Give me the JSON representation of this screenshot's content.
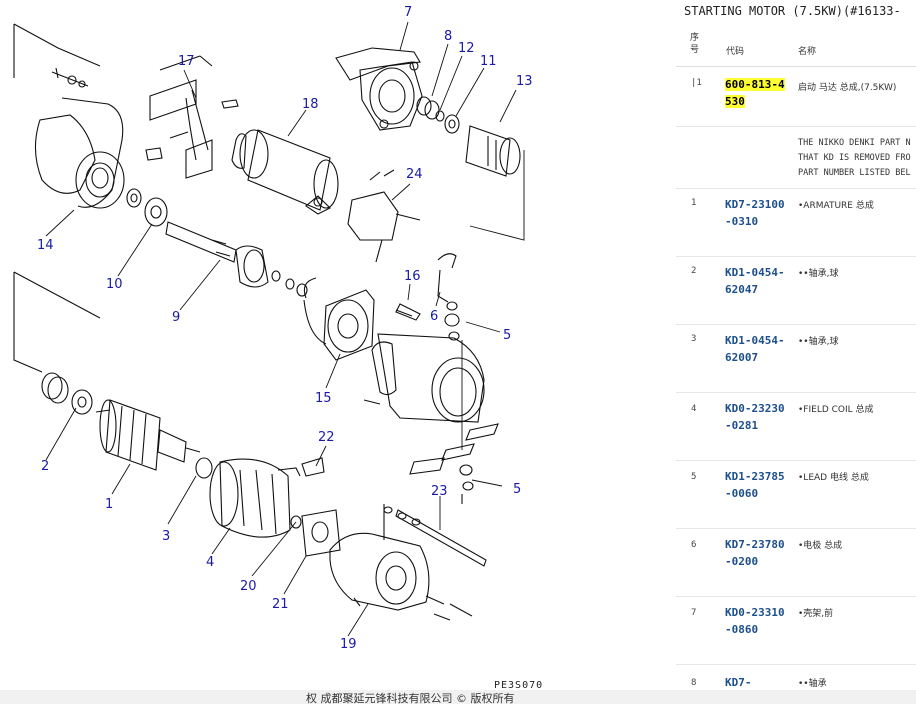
{
  "panel": {
    "title": "STARTING MOTOR (7.5KW)(#16133-",
    "headers": {
      "no": "序号",
      "code": "代码",
      "name": "名称"
    }
  },
  "parts": [
    {
      "no": "|1",
      "code": "600-813-4530",
      "name": "启动 马达 总成,(7.5KW)",
      "highlight": true
    },
    {
      "no": "",
      "code": "",
      "name": "",
      "note": "THE NIKKO DENKI PART N\nTHAT KD IS REMOVED FRO\nPART NUMBER LISTED BEL"
    },
    {
      "no": "1",
      "code": "KD7-23100-0310",
      "name": "•ARMATURE 总成"
    },
    {
      "no": "2",
      "code": "KD1-0454-62047",
      "name": "••轴承,球"
    },
    {
      "no": "3",
      "code": "KD1-0454-62007",
      "name": "••轴承,球"
    },
    {
      "no": "4",
      "code": "KD0-23230-0281",
      "name": "•FIELD COIL 总成"
    },
    {
      "no": "5",
      "code": "KD1-23785-0060",
      "name": "•LEAD 电线 总成"
    },
    {
      "no": "6",
      "code": "KD7-23780-0200",
      "name": "•电极 总成"
    },
    {
      "no": "7",
      "code": "KD0-23310-0860",
      "name": "•壳架,前"
    },
    {
      "no": "8",
      "code": "KD7-",
      "name": "••轴承"
    }
  ],
  "diagram": {
    "code": "PE3S070",
    "callouts": [
      "7",
      "8",
      "12",
      "11",
      "13",
      "17",
      "18",
      "24",
      "14",
      "10",
      "9",
      "16",
      "6",
      "5",
      "15",
      "2",
      "1",
      "3",
      "4",
      "22",
      "20",
      "21",
      "5",
      "23",
      "19"
    ]
  },
  "footer": {
    "text": "权 成都聚延元锋科技有限公司 © 版权所有"
  }
}
